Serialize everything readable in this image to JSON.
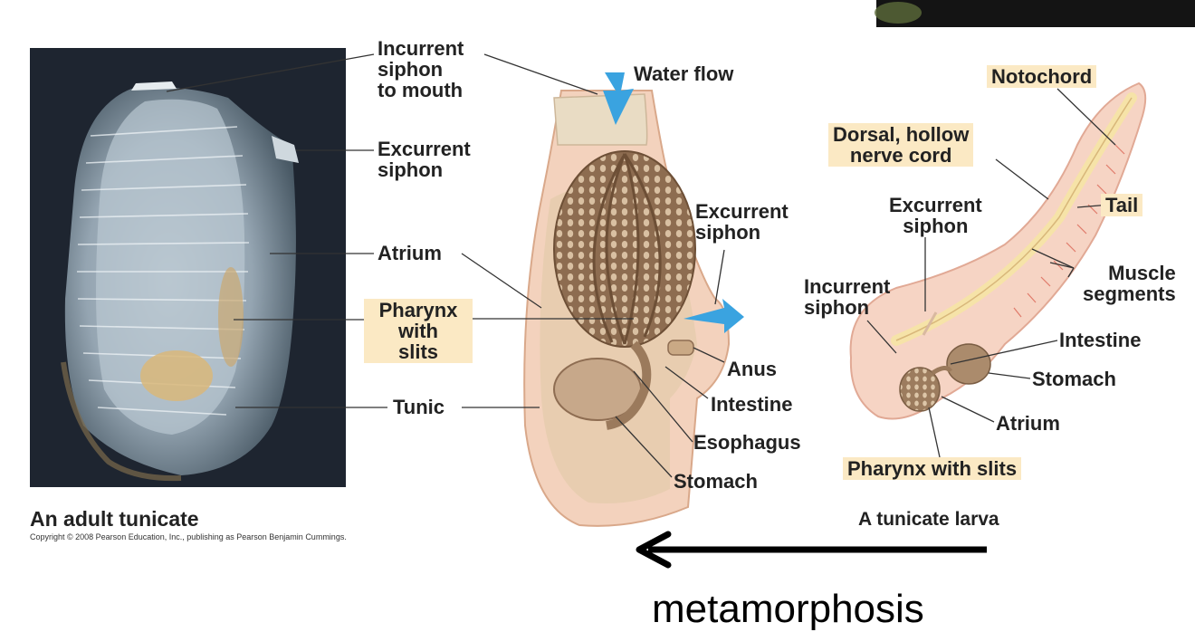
{
  "captions": {
    "adult": "An adult tunicate",
    "larva": "A tunicate larva",
    "copyright": "Copyright © 2008 Pearson Education, Inc., publishing as Pearson Benjamin Cummings.",
    "process": "metamorphosis"
  },
  "adult_labels": {
    "incurrent_1": "Incurrent",
    "incurrent_2": "siphon",
    "incurrent_3": "to mouth",
    "excurrent_1": "Excurrent",
    "excurrent_2": "siphon",
    "atrium": "Atrium",
    "pharynx_1": "Pharynx",
    "pharynx_2": "with",
    "pharynx_3": "slits",
    "tunic": "Tunic",
    "water_flow": "Water flow",
    "excurrent_b1": "Excurrent",
    "excurrent_b2": "siphon",
    "anus": "Anus",
    "intestine": "Intestine",
    "esophagus": "Esophagus",
    "stomach": "Stomach"
  },
  "larva_labels": {
    "notochord": "Notochord",
    "nerve_1": "Dorsal, hollow",
    "nerve_2": "nerve cord",
    "excurrent_1": "Excurrent",
    "excurrent_2": "siphon",
    "tail": "Tail",
    "incurrent_1": "Incurrent",
    "incurrent_2": "siphon",
    "muscle_1": "Muscle",
    "muscle_2": "segments",
    "intestine": "Intestine",
    "stomach": "Stomach",
    "atrium": "Atrium",
    "pharynx": "Pharynx with slits"
  },
  "colors": {
    "highlight": "#fbe9c4",
    "photo_background": "#1e2530",
    "tunic_body": "#f3d2bd",
    "pharynx_basket": "#a88868",
    "water_arrow": "#3aa3e0",
    "notochord": "#f6e3a8"
  }
}
